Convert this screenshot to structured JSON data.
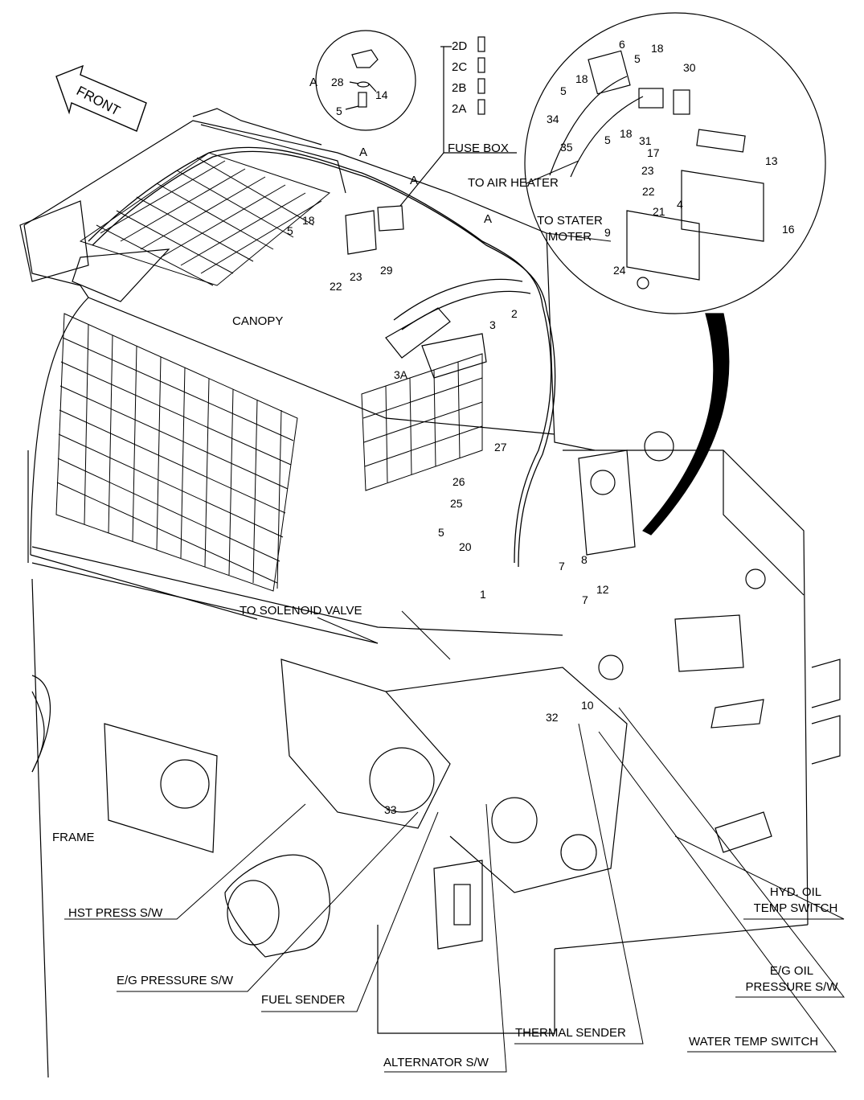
{
  "labels": {
    "front": "FRONT",
    "canopy": "CANOPY",
    "frame": "FRAME",
    "fuse_box": "FUSE BOX",
    "to_air_heater": "TO AIR HEATER",
    "to_stater_moter_1": "TO STATER",
    "to_stater_moter_2": "MOTER",
    "to_solenoid_valve": "TO SOLENOID VALVE",
    "hst_press_sw": "HST PRESS S/W",
    "eg_pressure_sw": "E/G PRESSURE S/W",
    "fuel_sender": "FUEL SENDER",
    "alternator_sw": "ALTERNATOR S/W",
    "thermal_sender": "THERMAL SENDER",
    "water_temp_switch": "WATER TEMP SWITCH",
    "hyd_oil_temp_switch_1": "HYD. OIL",
    "hyd_oil_temp_switch_2": "TEMP SWITCH",
    "eg_oil_pressure_sw_1": "E/G OIL",
    "eg_oil_pressure_sw_2": "PRESSURE S/W",
    "detail_a_1": "A",
    "detail_a_2": "A",
    "detail_a_3": "A",
    "detail_a_4": "A"
  },
  "fuses": [
    "2D",
    "2C",
    "2B",
    "2A"
  ],
  "callouts": {
    "n28": "28",
    "n14": "14",
    "n5a": "5",
    "n6": "6",
    "n18a": "18",
    "n5b": "5",
    "n30": "30",
    "n5c": "5",
    "n18b": "18",
    "n34": "34",
    "n35": "35",
    "n5d": "5",
    "n18c": "18",
    "n31": "31",
    "n13": "13",
    "n17": "17",
    "n23a": "23",
    "n22a": "22",
    "n4": "4",
    "n16": "16",
    "n21": "21",
    "n9": "9",
    "n24": "24",
    "n18d": "18",
    "n5e": "5",
    "n22b": "22",
    "n23b": "23",
    "n29": "29",
    "n3": "3",
    "n2": "2",
    "n3a": "3A",
    "n27": "27",
    "n26": "26",
    "n25": "25",
    "n5f": "5",
    "n20": "20",
    "n8": "8",
    "n7a": "7",
    "n7b": "7",
    "n12": "12",
    "n1": "1",
    "n32": "32",
    "n10": "10",
    "n33": "33"
  }
}
